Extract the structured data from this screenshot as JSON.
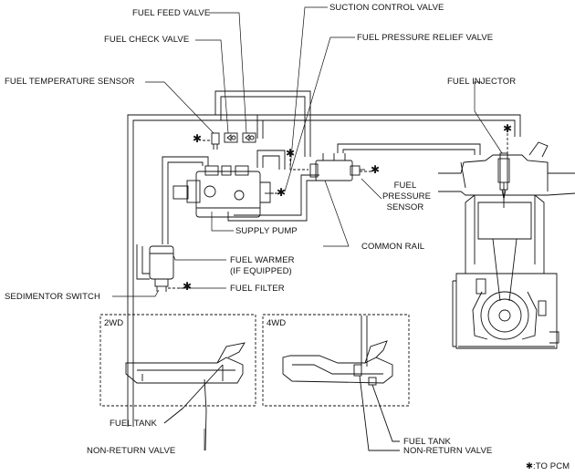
{
  "labels": {
    "fuel_feed_valve": "FUEL FEED VALVE",
    "suction_control_valve": "SUCTION CONTROL VALVE",
    "fuel_check_valve": "FUEL CHECK VALVE",
    "fuel_pressure_relief_valve": "FUEL PRESSURE RELIEF VALVE",
    "fuel_temperature_sensor": "FUEL TEMPERATURE SENSOR",
    "fuel_injector": "FUEL INJECTOR",
    "fuel_pressure_sensor_1": "FUEL",
    "fuel_pressure_sensor_2": "PRESSURE",
    "fuel_pressure_sensor_3": "SENSOR",
    "supply_pump": "SUPPLY PUMP",
    "common_rail": "COMMON RAIL",
    "fuel_warmer_1": "FUEL WARMER",
    "fuel_warmer_2": "(IF EQUIPPED)",
    "fuel_filter": "FUEL FILTER",
    "sedimentor_switch": "SEDIMENTOR SWITCH",
    "box_2wd": "2WD",
    "box_4wd": "4WD",
    "fuel_tank_2wd": "FUEL TANK",
    "fuel_tank_4wd": "FUEL TANK",
    "non_return_valve_2wd": "NON-RETURN VALVE",
    "non_return_valve_4wd": "NON-RETURN VALVE",
    "legend_to_pcm": "✱:TO PCM"
  },
  "pcm_marker": "✱"
}
